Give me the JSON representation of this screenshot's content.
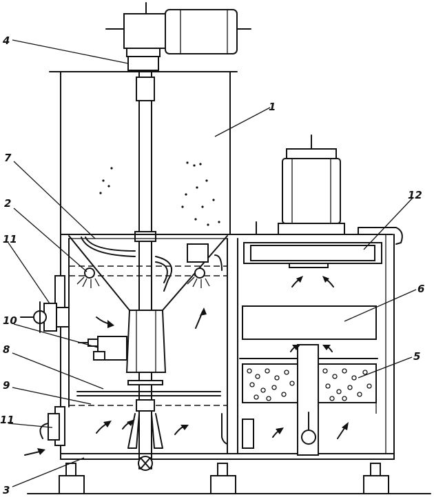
{
  "labels": {
    "l1": "1",
    "l2": "2",
    "l3": "3",
    "l4": "4",
    "l5": "5",
    "l6": "6",
    "l7": "7",
    "l8": "8",
    "l9": "9",
    "l10": "10",
    "l11a": "11",
    "l11b": "11",
    "l12": "12"
  }
}
